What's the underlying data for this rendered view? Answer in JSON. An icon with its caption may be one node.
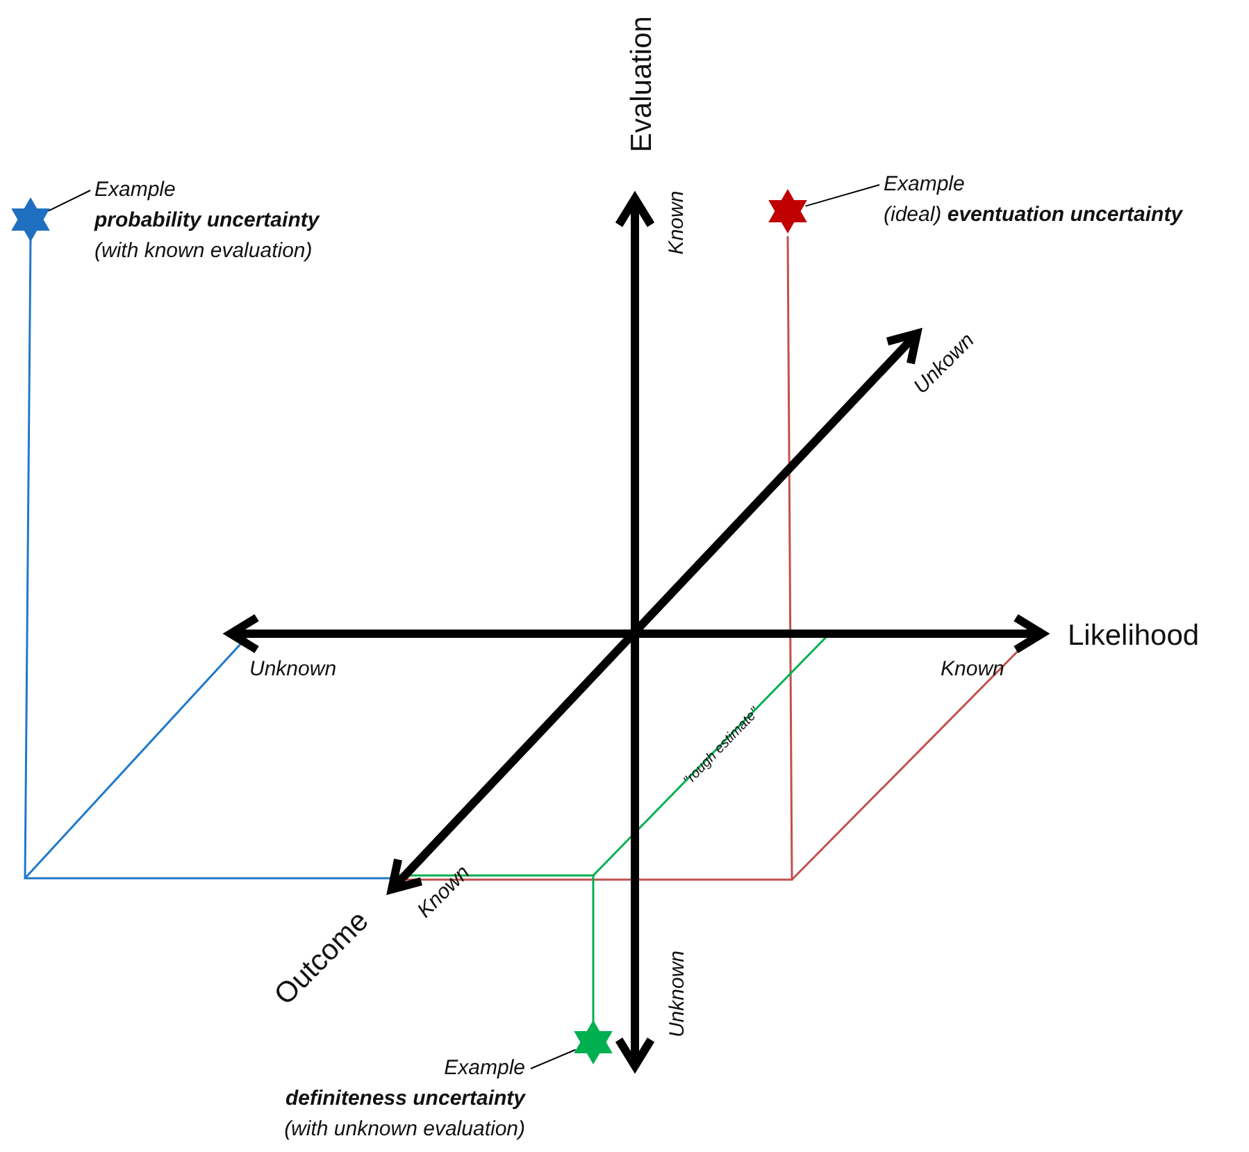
{
  "diagram": {
    "nodes": [
      {
        "text": [],
        "shape": "star"
      },
      {
        "text": [
          "Example",
          "probability uncertainty",
          "(with known evaluation)"
        ]
      },
      {
        "text": [],
        "shape": "star"
      },
      {
        "text": [
          "Example",
          "(ideal) **eventuation uncertainty**"
        ]
      },
      {
        "text": [],
        "shape": "star"
      },
      {
        "text": [
          "Example",
          "definiteness uncertainty",
          "(with unknown evaluation)"
        ]
      }
    ],
    "edges": [
      {
        "from": 1,
        "to": 0,
        "arrow": "none"
      },
      {
        "from": 3,
        "to": 2,
        "arrow": "none"
      },
      {
        "from": 5,
        "to": 4,
        "arrow": "none"
      }
    ],
    "labels": [
      "Evaluation",
      "Known",
      "Unkown",
      "Unknown",
      "Likelihood",
      "Known",
      "\"rough estimate\"",
      "Known",
      "Outcome",
      "Unknown"
    ]
  }
}
